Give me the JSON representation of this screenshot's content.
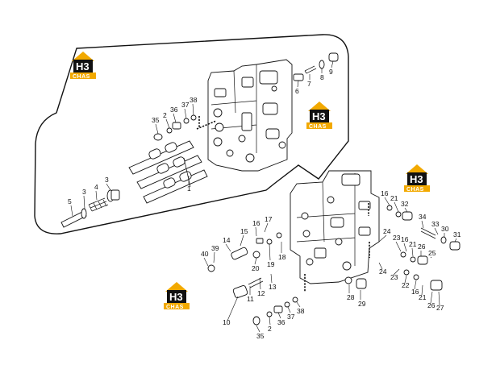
{
  "diagram": {
    "watermark_text": "CHAS",
    "watermark_letter": "H3",
    "callouts": [
      "1",
      "2",
      "3",
      "4",
      "5",
      "6",
      "7",
      "8",
      "9",
      "10",
      "11",
      "12",
      "13",
      "14",
      "15",
      "16",
      "17",
      "18",
      "19",
      "20",
      "21",
      "22",
      "23",
      "24",
      "25",
      "26",
      "27",
      "28",
      "29",
      "30",
      "31",
      "32",
      "33",
      "34",
      "35",
      "36",
      "37",
      "38",
      "39",
      "40"
    ]
  }
}
